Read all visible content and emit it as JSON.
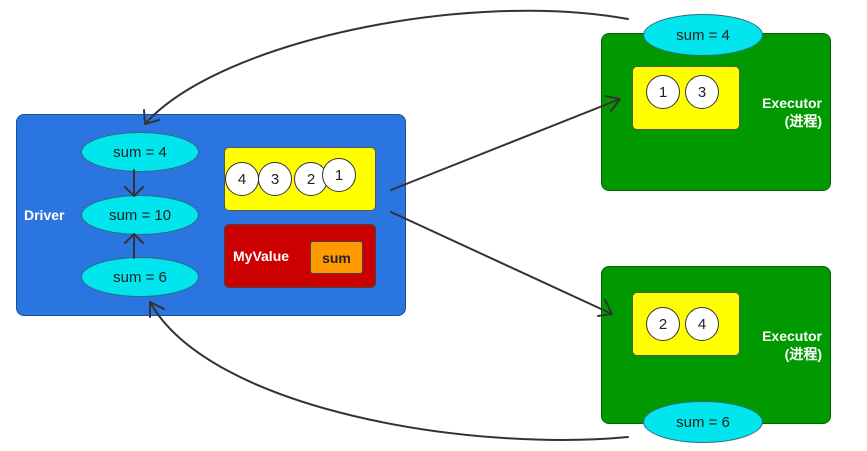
{
  "driver": {
    "label": "Driver",
    "sum_top": "sum = 4",
    "sum_mid": "sum = 10",
    "sum_bottom": "sum = 6",
    "partitions": [
      "4",
      "3",
      "2",
      "1"
    ],
    "accumulator": {
      "label": "MyValue",
      "field": "sum"
    }
  },
  "executors": [
    {
      "label": "Executor",
      "sublabel": "(进程)",
      "sum": "sum = 4",
      "partitions": [
        "1",
        "3"
      ]
    },
    {
      "label": "Executor",
      "sublabel": "(进程)",
      "sum": "sum = 6",
      "partitions": [
        "2",
        "4"
      ]
    }
  ],
  "colors": {
    "driver": "#2b75e0",
    "executor": "#009900",
    "ellipse": "#00e5ee",
    "partition_box": "#ffff00",
    "accumulator_box": "#cc0000",
    "field_box": "#ff9900"
  }
}
